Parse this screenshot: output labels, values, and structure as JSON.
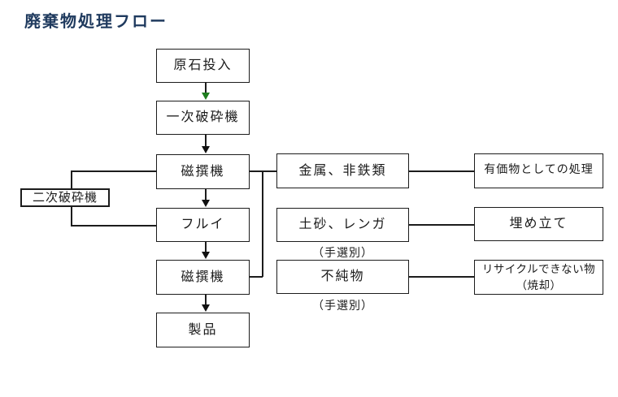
{
  "title": "廃棄物処理フロー",
  "colors": {
    "page_background": "#ffffff",
    "title_text": "#1f3a5e",
    "line": "#1c1c1c",
    "box_border": "#1c1c1c",
    "box_background": "#ffffff",
    "black_arrowhead": "#111111",
    "green_arrowhead": "#1e7d1e"
  },
  "nodes": {
    "raw_stone_input": {
      "label": "原石投入"
    },
    "primary_crusher": {
      "label": "一次破砕機"
    },
    "magnetic_separator_1": {
      "label": "磁撰機"
    },
    "secondary_crusher": {
      "label": "二次破砕機"
    },
    "sieve": {
      "label": "フルイ"
    },
    "magnetic_separator_2": {
      "label": "磁撰機"
    },
    "product": {
      "label": "製品"
    },
    "metals_nonferrous": {
      "label": "金属、非鉄類"
    },
    "soil_bricks": {
      "label": "土砂、レンガ"
    },
    "impurities": {
      "label": "不純物"
    },
    "valuable_processing": {
      "label": "有価物としての処理"
    },
    "landfill": {
      "label": "埋め立て"
    },
    "non_recyclable": {
      "line1": "リサイクルできない物",
      "line2": "（焼却）"
    }
  },
  "annotations": {
    "hand_sorting_soil": "（手選別）",
    "hand_sorting_impurities": "（手選別）"
  }
}
